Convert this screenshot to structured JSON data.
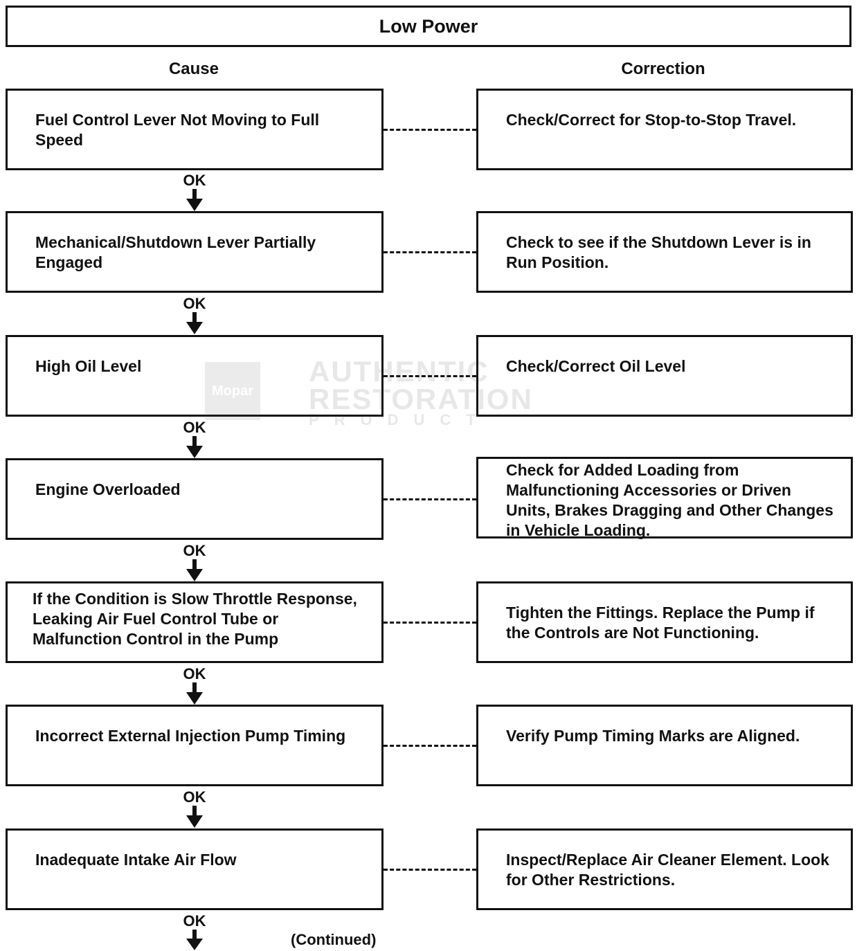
{
  "title": "Low Power",
  "headers": {
    "cause": "Cause",
    "correction": "Correction"
  },
  "rows": [
    {
      "cause": "Fuel Control Lever Not Moving to Full Speed",
      "correction": "Check/Correct for Stop-to-Stop Travel."
    },
    {
      "cause": "Mechanical/Shutdown Lever Partially Engaged",
      "correction": "Check to see if the Shutdown Lever is in Run Position."
    },
    {
      "cause": "High Oil Level",
      "correction": "Check/Correct Oil Level"
    },
    {
      "cause": "Engine Overloaded",
      "correction": "Check for Added Loading from Malfunctioning Accessories or Driven Units, Brakes Dragging and Other Changes in Vehicle Loading."
    },
    {
      "cause": "If the Condition is Slow Throttle Response, Leaking Air Fuel Control Tube or Malfunction Control in the Pump",
      "correction": "Tighten the Fittings. Replace the Pump if the Controls are Not Functioning."
    },
    {
      "cause": "Incorrect External Injection Pump Timing",
      "correction": "Verify Pump Timing Marks are Aligned."
    },
    {
      "cause": "Inadequate Intake Air Flow",
      "correction": "Inspect/Replace Air Cleaner Element. Look for Other Restrictions."
    }
  ],
  "connector_label": "OK",
  "continued": "(Continued)",
  "watermark": {
    "logo": "Mopar",
    "line1": "AUTHENTIC",
    "line2": "RESTORATION",
    "line3": "PRODUCT"
  }
}
